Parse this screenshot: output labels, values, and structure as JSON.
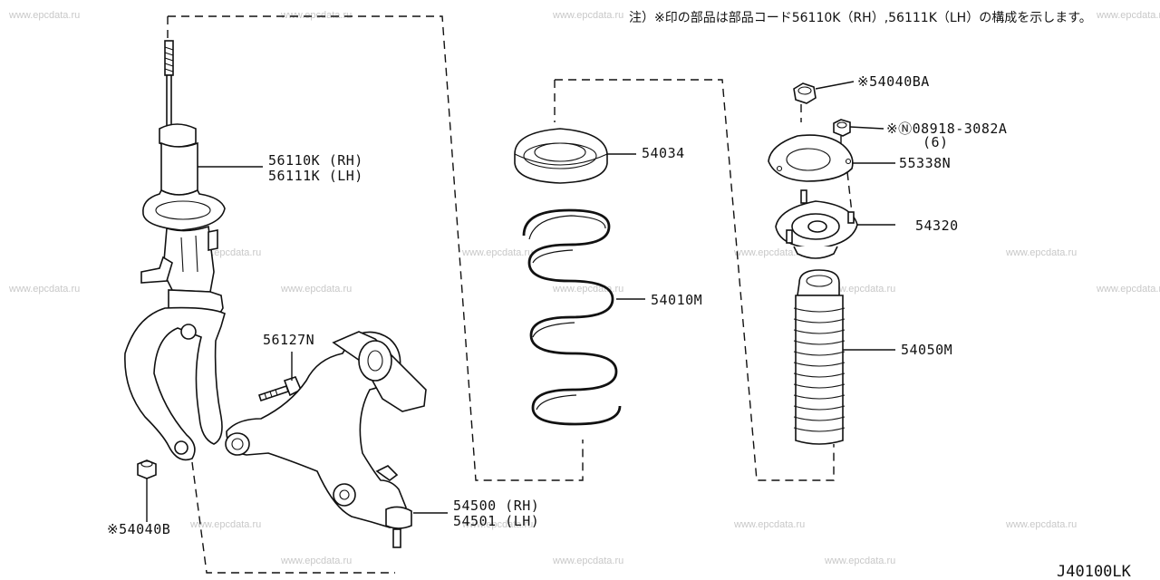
{
  "note": "注）※印の部品は部品コード56110K（RH）,56111K（LH）の構成を示します。",
  "watermark": "www.epcdata.ru",
  "diagram_code": "J40100LK",
  "labels": {
    "strut_rh": "56110K (RH)",
    "strut_lh": "56111K (LH)",
    "seat": "54034",
    "spring": "54010M",
    "nut_top": "※54040BA",
    "nut_n": "※Ⓝ08918-3082A",
    "nut_n_qty": "(6)",
    "plate": "55338N",
    "mount": "54320",
    "bumper": "54050M",
    "bolt": "56127N",
    "arm_rh": "54500 (RH)",
    "arm_lh": "54501 (LH)",
    "nut_bottom": "※54040B"
  }
}
